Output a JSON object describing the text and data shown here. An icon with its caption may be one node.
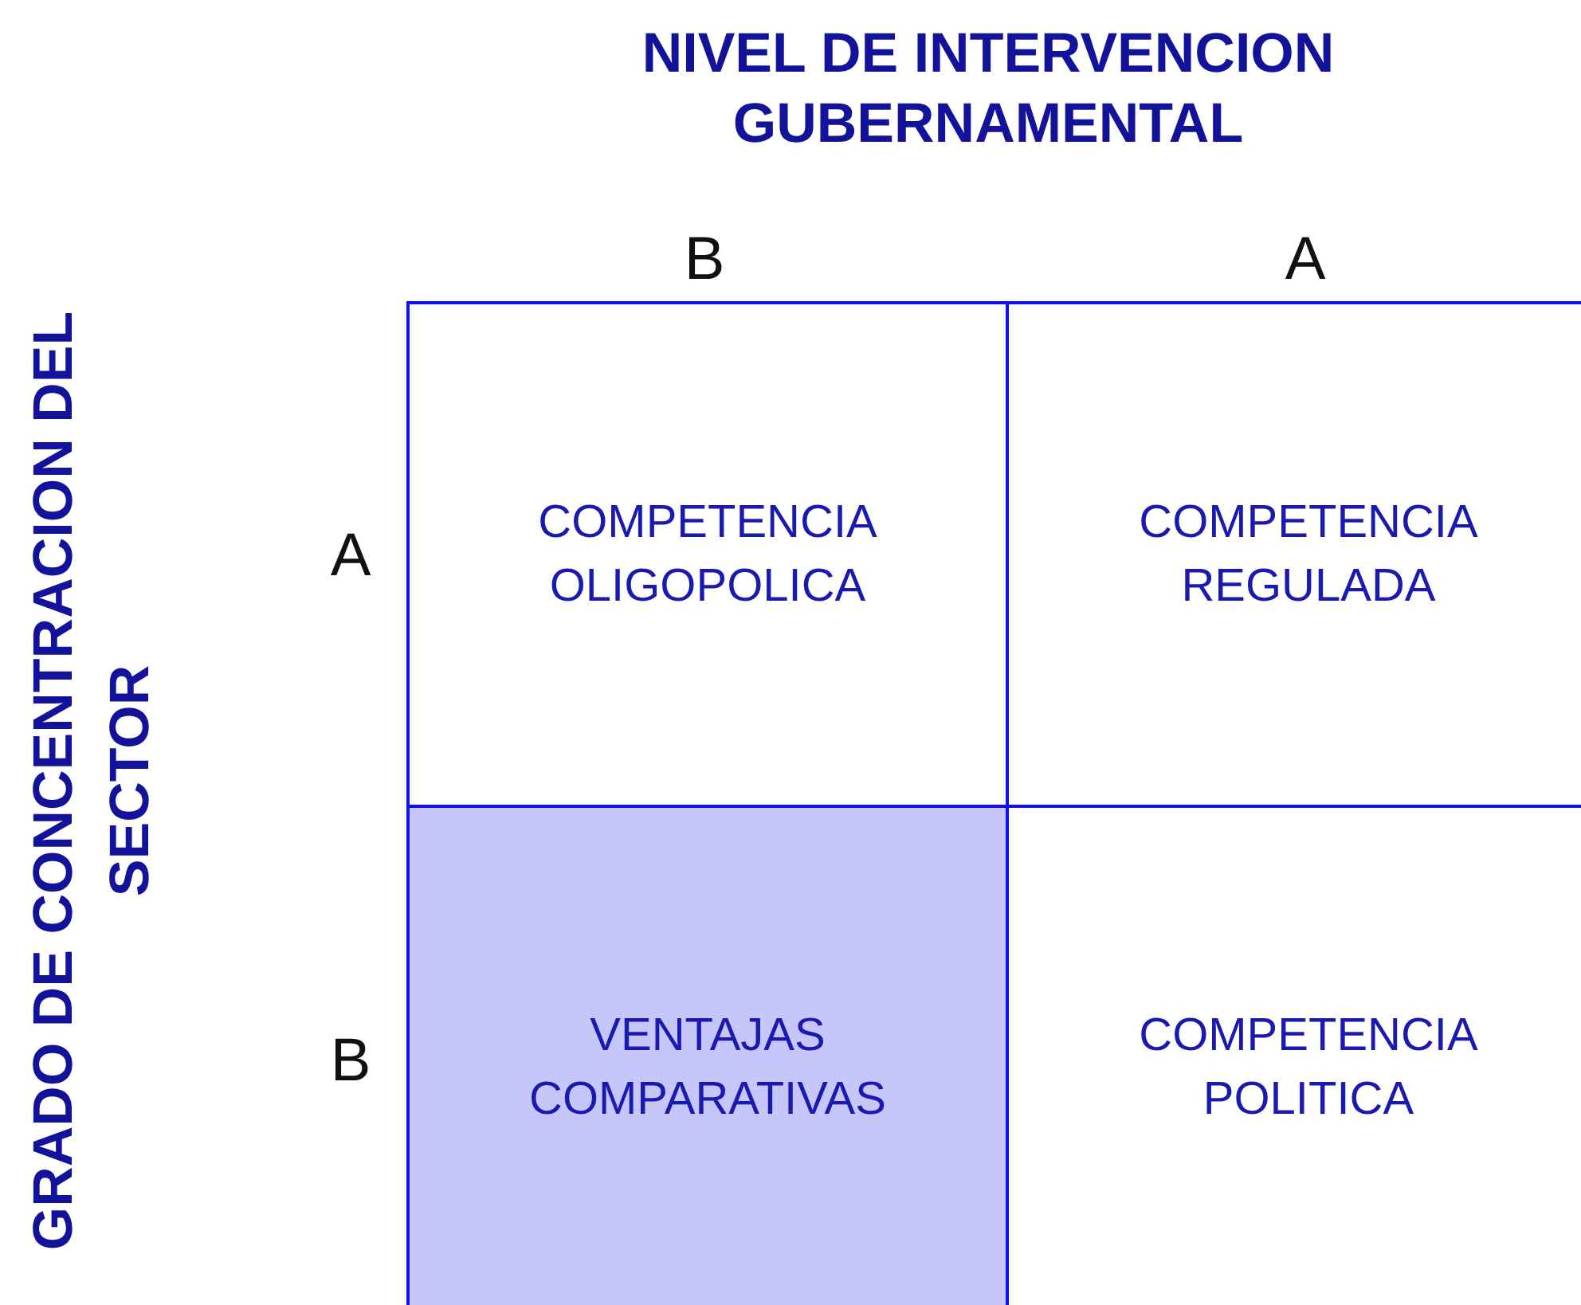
{
  "diagram": {
    "nodes": [
      {
        "text": [
          "COMPETENCIA OLIGOPOLICA"
        ]
      },
      {
        "text": [
          "COMPETENCIA REGULADA"
        ]
      },
      {
        "text": [
          "VENTAJAS COMPARATIVAS"
        ]
      },
      {
        "text": [
          "COMPETENCIA POLITICA"
        ]
      }
    ],
    "labels": [
      "NIVEL DE INTERVENCION GUBERNAMENTAL",
      "B",
      "A",
      "GRADO DE CONCENTRACION DEL SECTOR",
      "A",
      "B"
    ]
  }
}
